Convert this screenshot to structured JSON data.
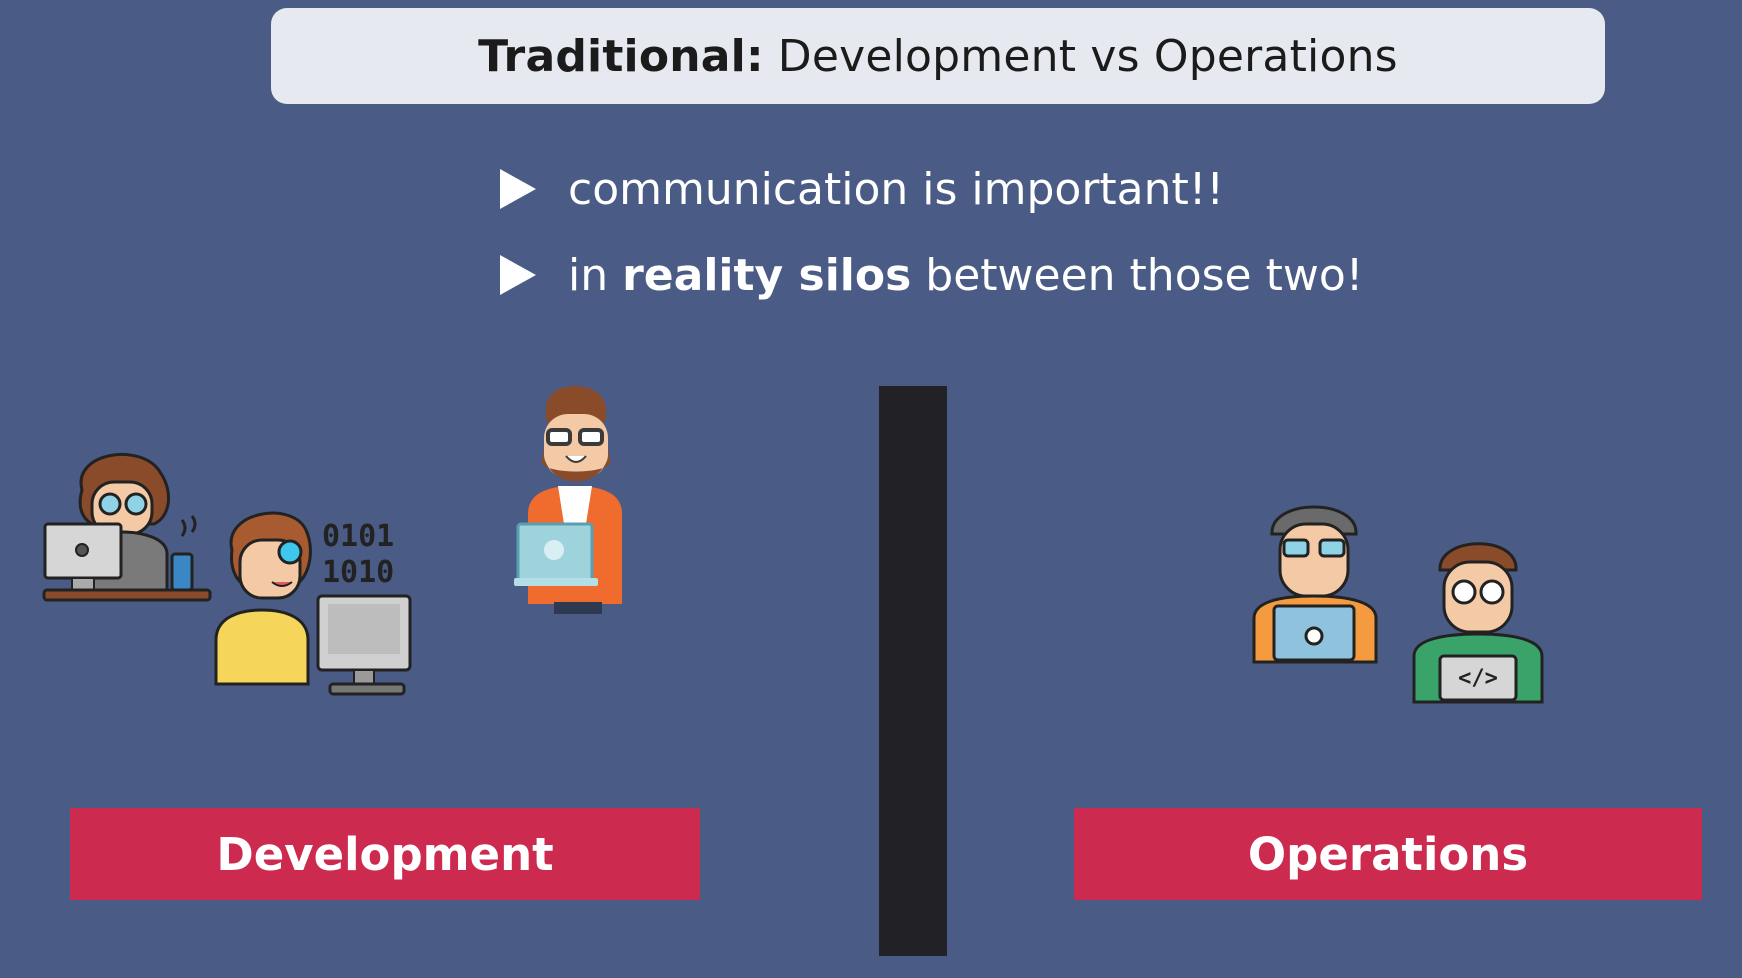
{
  "slide": {
    "title_bold": "Traditional:",
    "title_rest": "Development vs Operations",
    "bullets": [
      {
        "pre": "communication is important!!",
        "bold": "",
        "post": ""
      },
      {
        "pre": "in ",
        "bold": "reality silos",
        "post": " between those two!"
      }
    ],
    "dev_label": "Development",
    "ops_label": "Operations"
  },
  "colors": {
    "background": "#4a5b85",
    "title_box": "#e6e9ef",
    "label": "#cc2a4f",
    "wall": "#222226"
  },
  "icons": [
    "programmer-desk-icon",
    "programmer-binary-icon",
    "bearded-man-laptop-icon",
    "ops-engineer-laptop-icon",
    "ops-engineer-code-icon"
  ]
}
